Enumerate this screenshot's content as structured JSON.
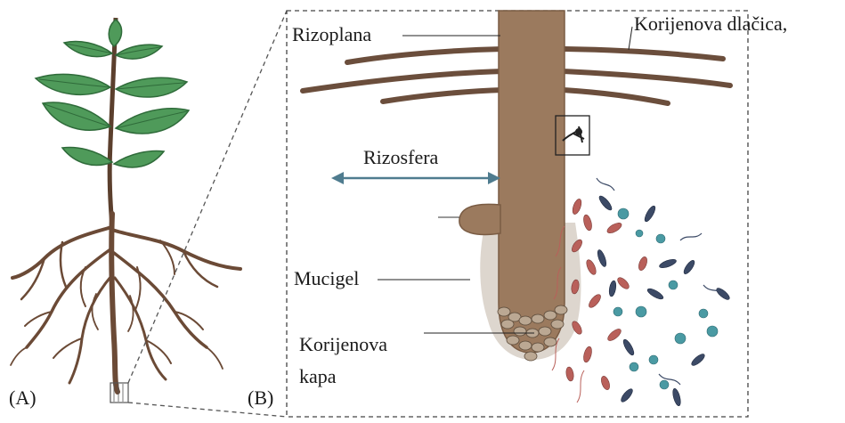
{
  "panels": {
    "a_label": "(A)",
    "b_label": "(B)"
  },
  "labels": {
    "rhizoplane": "Rizoplana",
    "root_hair": "Korijenova dlačica,",
    "rhizosphere": "Rizosfera",
    "mucigel": "Mucigel",
    "root_cap_line1": "Korijenova",
    "root_cap_line2": "kapa"
  },
  "colors": {
    "leaf": "#4f9a5a",
    "leaf_dark": "#2f6b3a",
    "root": "#6b4a36",
    "taproot": "#9b7a5e",
    "mucigel": "#d7cfc6",
    "arrow": "#4f7c8f",
    "bacteria_red": "#b9605a",
    "bacteria_teal": "#4a9aa3",
    "bacteria_dark": "#3c4a66"
  },
  "icons": [
    "plant-illustration",
    "magnified-root-illustration",
    "bacteria-cluster"
  ]
}
